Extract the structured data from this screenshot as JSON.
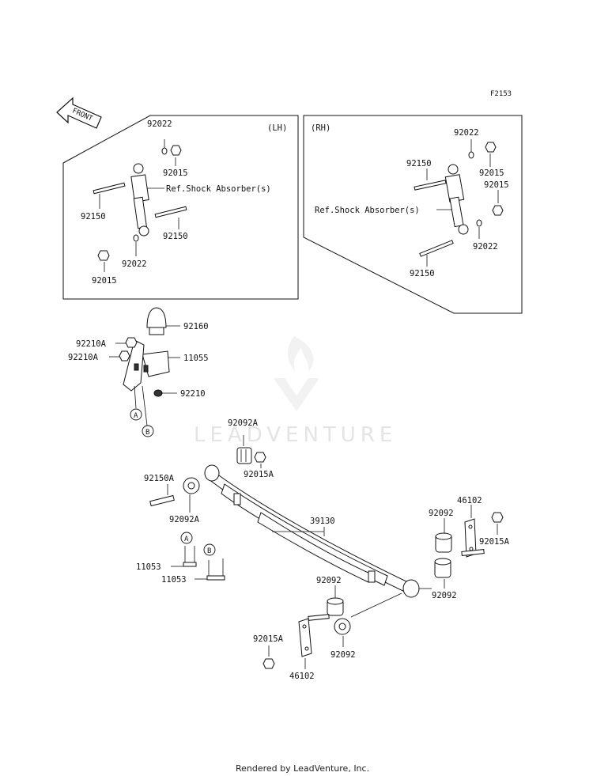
{
  "figure_code": "F2153",
  "front_label": "FRONT",
  "watermark": "LEADVENTURE",
  "footer": "Rendered by LeadVenture, Inc.",
  "panels": {
    "lh": {
      "tag": "(LH)",
      "ref_label": "Ref.Shock Absorber(s)",
      "parts": {
        "p92022_top": "92022",
        "p92015_top": "92015",
        "p92150_left": "92150",
        "p92150_right": "92150",
        "p92022_bottom": "92022",
        "p92015_bottom": "92015"
      }
    },
    "rh": {
      "tag": "(RH)",
      "ref_label": "Ref.Shock Absorber(s)",
      "parts": {
        "p92022_top": "92022",
        "p92150_top": "92150",
        "p92015_a": "92015",
        "p92015_b": "92015",
        "p92022_bottom": "92022",
        "p92150_bottom": "92150"
      }
    }
  },
  "bracket_group": {
    "p92160": "92160",
    "p92210A_1": "92210A",
    "p92210A_2": "92210A",
    "p11055": "11055",
    "p92210": "92210",
    "marker_a": "A",
    "marker_b": "B"
  },
  "spring_group": {
    "p92092A_top": "92092A",
    "p92015A_top": "92015A",
    "p92150A": "92150A",
    "p92092A_left": "92092A",
    "p39130": "39130",
    "p46102_right": "46102",
    "p92092_r1": "92092",
    "p92015A_right": "92015A",
    "p92092_r2": "92092",
    "p11053_a": "11053",
    "p11053_b": "11053",
    "marker_a": "A",
    "marker_b": "B",
    "p92092_c1": "92092",
    "p92092_c2": "92092",
    "p92015A_bottom": "92015A",
    "p46102_bottom": "46102"
  }
}
